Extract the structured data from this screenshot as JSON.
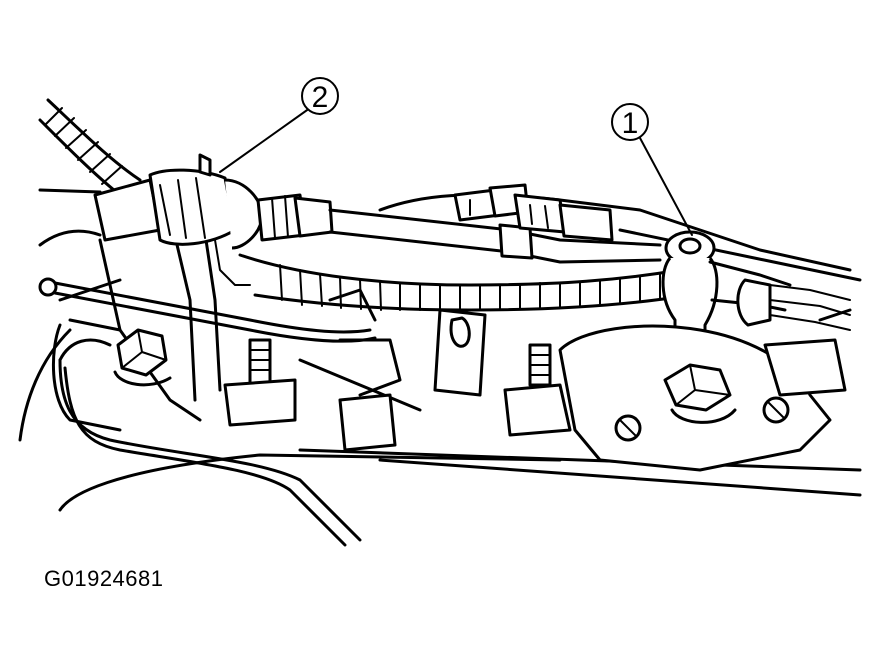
{
  "callouts": [
    {
      "number": "1",
      "target": "knock-sensor"
    },
    {
      "number": "2",
      "target": "connector"
    }
  ],
  "figure_id": "G01924681",
  "colors": {
    "line": "#000000",
    "background": "#ffffff"
  }
}
